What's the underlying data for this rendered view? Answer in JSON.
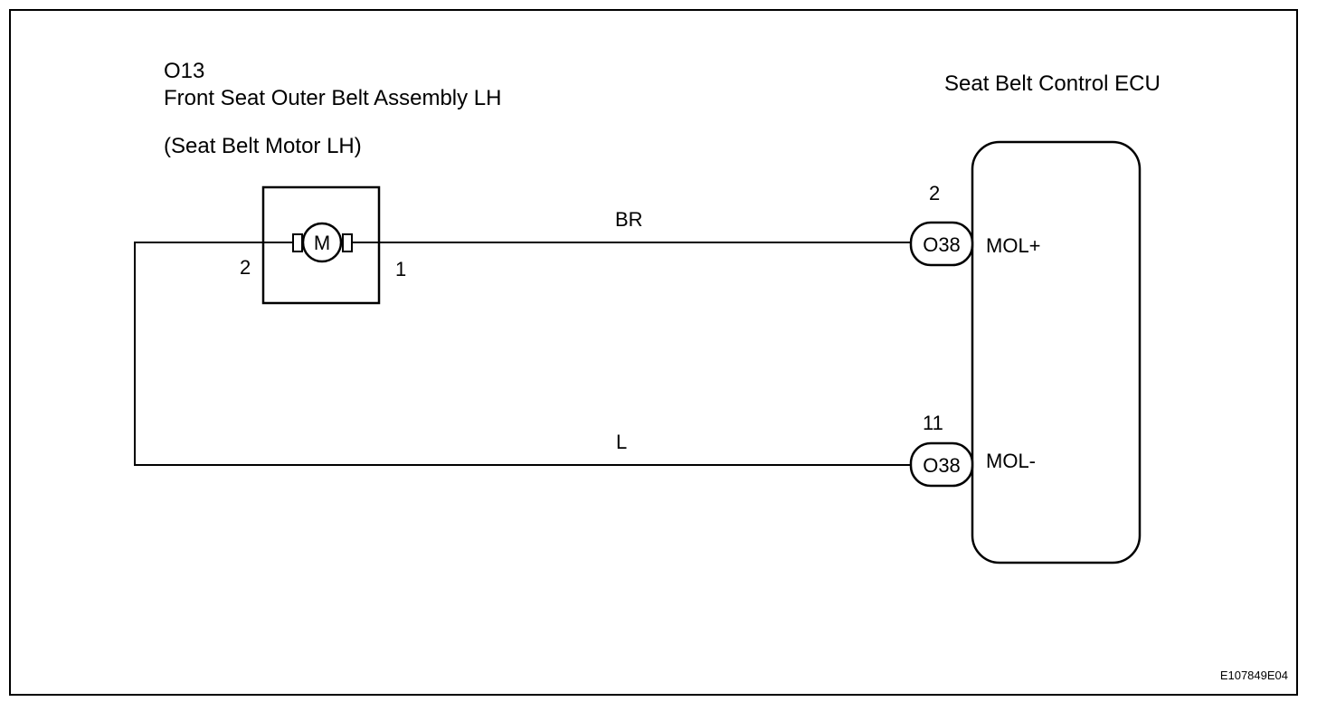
{
  "component": {
    "code": "O13",
    "name": "Front Seat Outer Belt Assembly LH",
    "subname": "(Seat Belt Motor LH)",
    "motor_symbol": "M",
    "pin_left": "2",
    "pin_right": "1"
  },
  "ecu": {
    "name": "Seat Belt Control ECU"
  },
  "connections": [
    {
      "wire_color": "BR",
      "ecu_pin": "2",
      "connector": "O38",
      "terminal": "MOL+"
    },
    {
      "wire_color": "L",
      "ecu_pin": "11",
      "connector": "O38",
      "terminal": "MOL-"
    }
  ],
  "figure_code": "E107849E04"
}
